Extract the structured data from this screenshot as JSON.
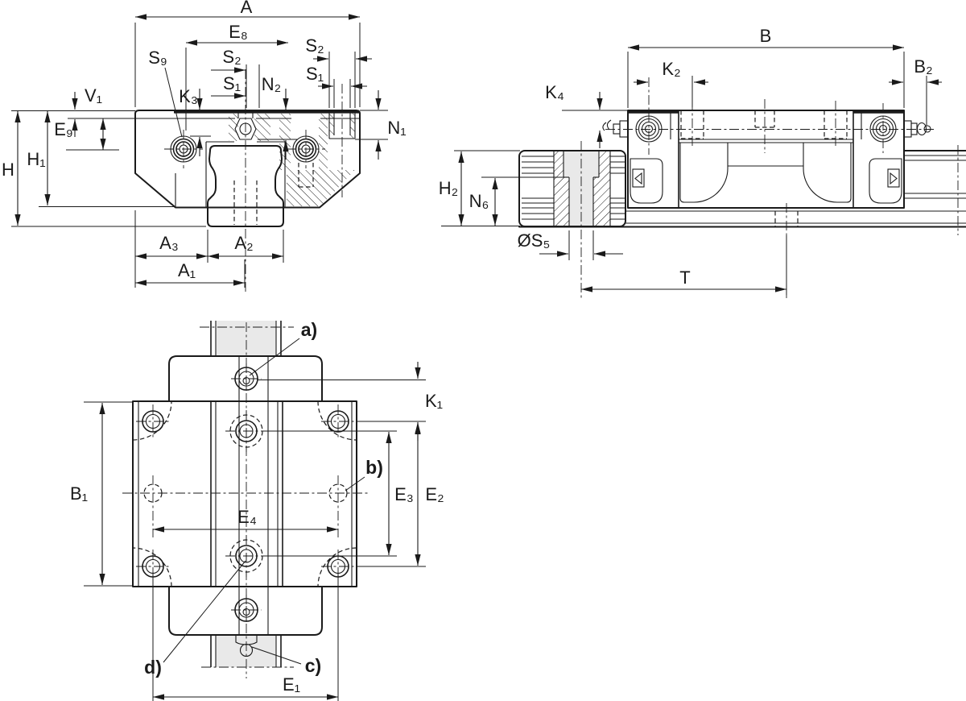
{
  "drawing": {
    "kind": "linear-guide-runner-block-dimension-drawing",
    "views": {
      "front": {
        "labels": {
          "A": "A",
          "E8": "E₈",
          "S9": "S₉",
          "S2_mid": "S₂",
          "S1_mid": "S₁",
          "N2": "N₂",
          "K3": "K₃",
          "S2_right": "S₂",
          "S1_right": "S₁",
          "N1": "N₁",
          "V1": "V₁",
          "E9": "E₉",
          "H": "H",
          "H1": "H₁",
          "A3": "A₃",
          "A2": "A₂",
          "A1": "A₁"
        }
      },
      "side": {
        "labels": {
          "B": "B",
          "K2": "K₂",
          "B2": "B₂",
          "K4": "K₄",
          "H2": "H₂",
          "N6": "N₆",
          "S5": "ØS₅",
          "T": "T"
        }
      },
      "top": {
        "labels": {
          "K1": "K₁",
          "B1": "B₁",
          "E3": "E₃",
          "E2": "E₂",
          "E4": "E₄",
          "E1": "E₁",
          "a": "a)",
          "b": "b)",
          "c": "c)",
          "d": "d)"
        }
      }
    },
    "colors": {
      "line": "#1a1a1a",
      "rail_fill": "#e9e9e9",
      "background": "#ffffff"
    }
  }
}
